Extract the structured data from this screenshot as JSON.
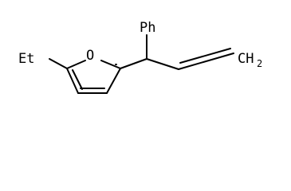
{
  "structure": {
    "labels": {
      "ethyl": "Et",
      "oxygen": "O",
      "phenyl": "Ph",
      "terminal_carbon": "CH",
      "terminal_subscript": "2"
    }
  }
}
